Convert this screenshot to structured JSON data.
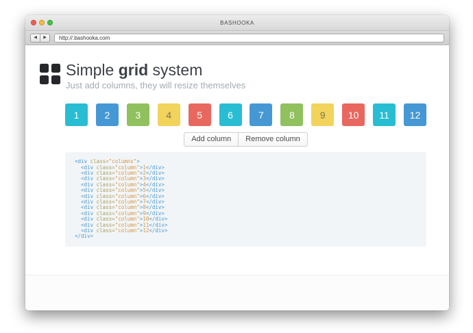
{
  "browser": {
    "window_title": "BASHOOKA",
    "url": "http://.bashooka.com",
    "back_glyph": "◀",
    "forward_glyph": "▶",
    "traffic_lights": {
      "close": "#f35c50",
      "minimize": "#f8bb3d",
      "maximize": "#3fc447"
    }
  },
  "header": {
    "title_prefix": "Simple ",
    "title_bold": "grid",
    "title_suffix": " system",
    "subtitle": "Just add columns, they will resize themselves",
    "logo_icon": "grid-icon"
  },
  "grid": {
    "palette": {
      "cyan": "#29bdd3",
      "blue": "#4598d4",
      "green": "#91c05e",
      "yellow": "#f2d35b",
      "red": "#e86860"
    },
    "default_text_color": "#ffffff",
    "yellow_text_color": "#7a7455",
    "boxes": [
      {
        "label": "1",
        "color": "cyan"
      },
      {
        "label": "2",
        "color": "blue"
      },
      {
        "label": "3",
        "color": "green"
      },
      {
        "label": "4",
        "color": "yellow"
      },
      {
        "label": "5",
        "color": "red"
      },
      {
        "label": "6",
        "color": "cyan"
      },
      {
        "label": "7",
        "color": "blue"
      },
      {
        "label": "8",
        "color": "green"
      },
      {
        "label": "9",
        "color": "yellow"
      },
      {
        "label": "10",
        "color": "red"
      },
      {
        "label": "11",
        "color": "cyan"
      },
      {
        "label": "12",
        "color": "blue"
      }
    ]
  },
  "toolbar": {
    "add_label": "Add column",
    "remove_label": "Remove column"
  },
  "code": {
    "syntax_colors": {
      "tag": "#4a99d3",
      "attr": "#a99d54",
      "str": "#d7953f",
      "num": "#d7953f",
      "plain": "#7a8288"
    },
    "lines": [
      [
        [
          "tag",
          "<div"
        ],
        [
          "plain",
          " "
        ],
        [
          "attr",
          "class="
        ],
        [
          "str",
          "\"columns\""
        ],
        [
          "tag",
          ">"
        ]
      ],
      [
        [
          "plain",
          "  "
        ],
        [
          "tag",
          "<div"
        ],
        [
          "plain",
          " "
        ],
        [
          "attr",
          "class="
        ],
        [
          "str",
          "\"column\""
        ],
        [
          "tag",
          ">"
        ],
        [
          "num",
          "1"
        ],
        [
          "tag",
          "</div>"
        ]
      ],
      [
        [
          "plain",
          "  "
        ],
        [
          "tag",
          "<div"
        ],
        [
          "plain",
          " "
        ],
        [
          "attr",
          "class="
        ],
        [
          "str",
          "\"column\""
        ],
        [
          "tag",
          ">"
        ],
        [
          "num",
          "2"
        ],
        [
          "tag",
          "</div>"
        ]
      ],
      [
        [
          "plain",
          "  "
        ],
        [
          "tag",
          "<div"
        ],
        [
          "plain",
          " "
        ],
        [
          "attr",
          "class="
        ],
        [
          "str",
          "\"column\""
        ],
        [
          "tag",
          ">"
        ],
        [
          "num",
          "3"
        ],
        [
          "tag",
          "</div>"
        ]
      ],
      [
        [
          "plain",
          "  "
        ],
        [
          "tag",
          "<div"
        ],
        [
          "plain",
          " "
        ],
        [
          "attr",
          "class="
        ],
        [
          "str",
          "\"column\""
        ],
        [
          "tag",
          ">"
        ],
        [
          "num",
          "4"
        ],
        [
          "tag",
          "</div>"
        ]
      ],
      [
        [
          "plain",
          "  "
        ],
        [
          "tag",
          "<div"
        ],
        [
          "plain",
          " "
        ],
        [
          "attr",
          "class="
        ],
        [
          "str",
          "\"column\""
        ],
        [
          "tag",
          ">"
        ],
        [
          "num",
          "5"
        ],
        [
          "tag",
          "</div>"
        ]
      ],
      [
        [
          "plain",
          "  "
        ],
        [
          "tag",
          "<div"
        ],
        [
          "plain",
          " "
        ],
        [
          "attr",
          "class="
        ],
        [
          "str",
          "\"column\""
        ],
        [
          "tag",
          ">"
        ],
        [
          "num",
          "6"
        ],
        [
          "tag",
          "</div>"
        ]
      ],
      [
        [
          "plain",
          "  "
        ],
        [
          "tag",
          "<div"
        ],
        [
          "plain",
          " "
        ],
        [
          "attr",
          "class="
        ],
        [
          "str",
          "\"column\""
        ],
        [
          "tag",
          ">"
        ],
        [
          "num",
          "7"
        ],
        [
          "tag",
          "</div>"
        ]
      ],
      [
        [
          "plain",
          "  "
        ],
        [
          "tag",
          "<div"
        ],
        [
          "plain",
          " "
        ],
        [
          "attr",
          "class="
        ],
        [
          "str",
          "\"column\""
        ],
        [
          "tag",
          ">"
        ],
        [
          "num",
          "8"
        ],
        [
          "tag",
          "</div>"
        ]
      ],
      [
        [
          "plain",
          "  "
        ],
        [
          "tag",
          "<div"
        ],
        [
          "plain",
          " "
        ],
        [
          "attr",
          "class="
        ],
        [
          "str",
          "\"column\""
        ],
        [
          "tag",
          ">"
        ],
        [
          "num",
          "9"
        ],
        [
          "tag",
          "</div>"
        ]
      ],
      [
        [
          "plain",
          "  "
        ],
        [
          "tag",
          "<div"
        ],
        [
          "plain",
          " "
        ],
        [
          "attr",
          "class="
        ],
        [
          "str",
          "\"column\""
        ],
        [
          "tag",
          ">"
        ],
        [
          "num",
          "10"
        ],
        [
          "tag",
          "</div>"
        ]
      ],
      [
        [
          "plain",
          "  "
        ],
        [
          "tag",
          "<div"
        ],
        [
          "plain",
          " "
        ],
        [
          "attr",
          "class="
        ],
        [
          "str",
          "\"column\""
        ],
        [
          "tag",
          ">"
        ],
        [
          "num",
          "11"
        ],
        [
          "tag",
          "</div>"
        ]
      ],
      [
        [
          "plain",
          "  "
        ],
        [
          "tag",
          "<div"
        ],
        [
          "plain",
          " "
        ],
        [
          "attr",
          "class="
        ],
        [
          "str",
          "\"column\""
        ],
        [
          "tag",
          ">"
        ],
        [
          "num",
          "12"
        ],
        [
          "tag",
          "</div>"
        ]
      ],
      [
        [
          "tag",
          "</div>"
        ]
      ]
    ]
  }
}
